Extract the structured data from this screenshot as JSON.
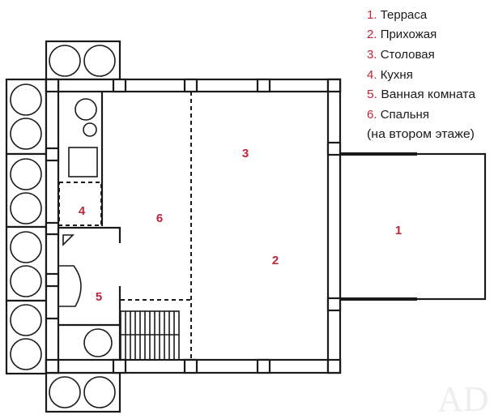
{
  "legend": [
    {
      "num": "1.",
      "label": "Терраса"
    },
    {
      "num": "2.",
      "label": "Прихожая"
    },
    {
      "num": "3.",
      "label": "Столовая"
    },
    {
      "num": "4.",
      "label": "Кухня"
    },
    {
      "num": "5.",
      "label": "Ванная комната"
    },
    {
      "num": "6.",
      "label": "Спальня"
    }
  ],
  "legend_note": "(на втором этаже)",
  "room_labels": {
    "terrace": "1",
    "hall": "2",
    "dining": "3",
    "kitchen": "4",
    "bathroom": "5",
    "bedroom": "6"
  },
  "watermark": "AD",
  "colors": {
    "accent": "#c0243a",
    "line": "#1a1a1a"
  }
}
